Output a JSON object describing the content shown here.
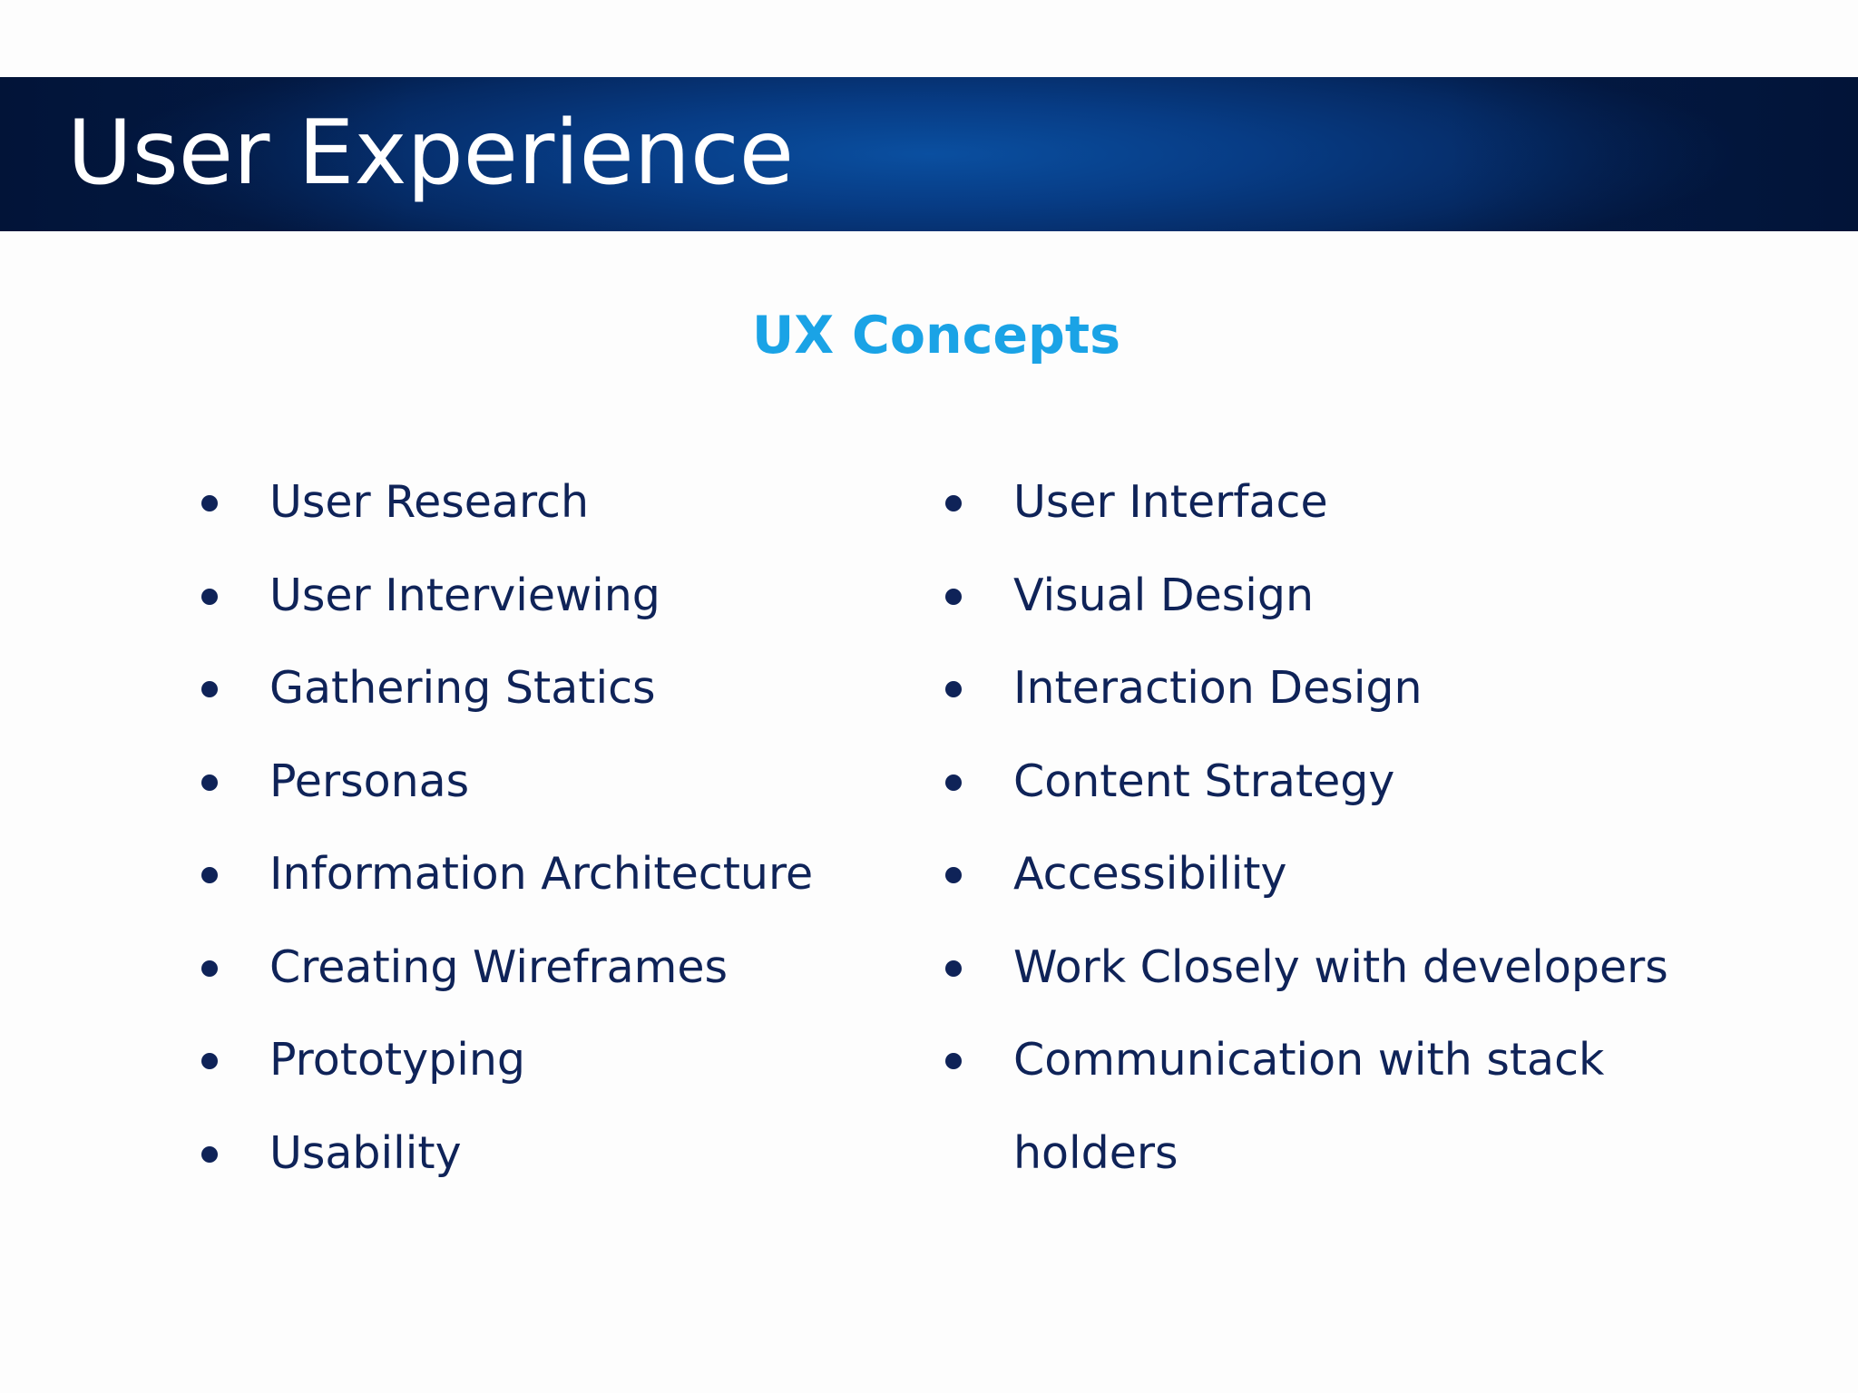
{
  "slide": {
    "title": "User Experience",
    "subtitle": "UX Concepts",
    "colors": {
      "title_band": "#052a64",
      "title_text": "#ffffff",
      "subtitle": "#1aa3e6",
      "body_text": "#0f2358",
      "background": "#fdfdfd"
    }
  },
  "left_column": {
    "items": [
      "User Research",
      "User Interviewing",
      "Gathering Statics",
      "Personas",
      "Information Architecture",
      "Creating Wireframes",
      "Prototyping",
      "Usability"
    ]
  },
  "right_column": {
    "items": [
      "User Interface",
      "Visual Design",
      "Interaction Design",
      "Content Strategy",
      "Accessibility",
      "Work Closely with developers",
      "Communication with stack holders"
    ]
  }
}
